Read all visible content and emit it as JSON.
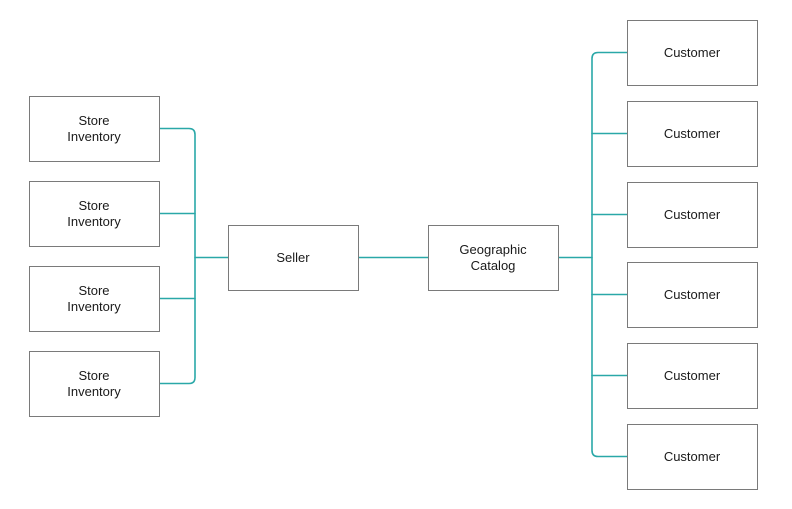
{
  "diagram": {
    "colors": {
      "connector": "#2aa8a8",
      "box_border": "#7a7a7a",
      "box_fill": "#ffffff",
      "text": "#1a1a1a"
    },
    "left_group": [
      {
        "lines": [
          "Store",
          "Inventory"
        ]
      },
      {
        "lines": [
          "Store",
          "Inventory"
        ]
      },
      {
        "lines": [
          "Store",
          "Inventory"
        ]
      },
      {
        "lines": [
          "Store",
          "Inventory"
        ]
      }
    ],
    "center": {
      "seller": {
        "lines": [
          "Seller"
        ]
      },
      "catalog": {
        "lines": [
          "Geographic",
          "Catalog"
        ]
      }
    },
    "right_group": [
      {
        "lines": [
          "Customer"
        ]
      },
      {
        "lines": [
          "Customer"
        ]
      },
      {
        "lines": [
          "Customer"
        ]
      },
      {
        "lines": [
          "Customer"
        ]
      },
      {
        "lines": [
          "Customer"
        ]
      },
      {
        "lines": [
          "Customer"
        ]
      }
    ]
  }
}
